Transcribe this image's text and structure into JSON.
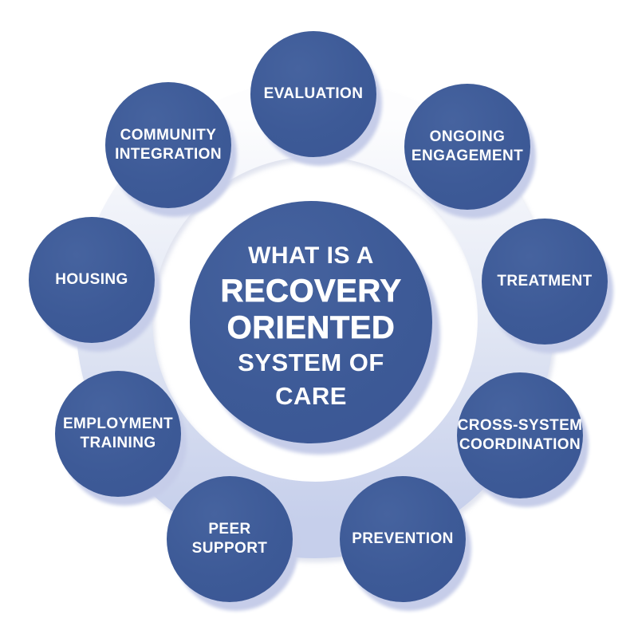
{
  "diagram": {
    "center": {
      "line1": "WHAT IS A",
      "line2": "RECOVERY",
      "line3": "ORIENTED",
      "line4": "SYSTEM OF",
      "line5": "CARE"
    },
    "satellites": [
      {
        "id": "evaluation",
        "label": "EVALUATION"
      },
      {
        "id": "ongoing-engagement",
        "label": "ONGOING\nENGAGEMENT"
      },
      {
        "id": "treatment",
        "label": "TREATMENT"
      },
      {
        "id": "cross-system",
        "label": "CROSS-SYSTEM\nCOORDINATION"
      },
      {
        "id": "prevention",
        "label": "PREVENTION"
      },
      {
        "id": "peer-support",
        "label": "PEER\nSUPPORT"
      },
      {
        "id": "employment-training",
        "label": "EMPLOYMENT\nTRAINING"
      },
      {
        "id": "housing",
        "label": "HOUSING"
      },
      {
        "id": "community-integration",
        "label": "COMMUNITY\nINTEGRATION"
      }
    ],
    "colors": {
      "circle_blue": "#3d5a97",
      "shadow_periwinkle": "#c6cde9",
      "ring_gradient_top": "#fdfdfe",
      "ring_gradient_mid": "#e2e7f4",
      "ring_gradient_bottom": "#c6cfeb",
      "text": "#ffffff",
      "background": "#ffffff"
    }
  }
}
